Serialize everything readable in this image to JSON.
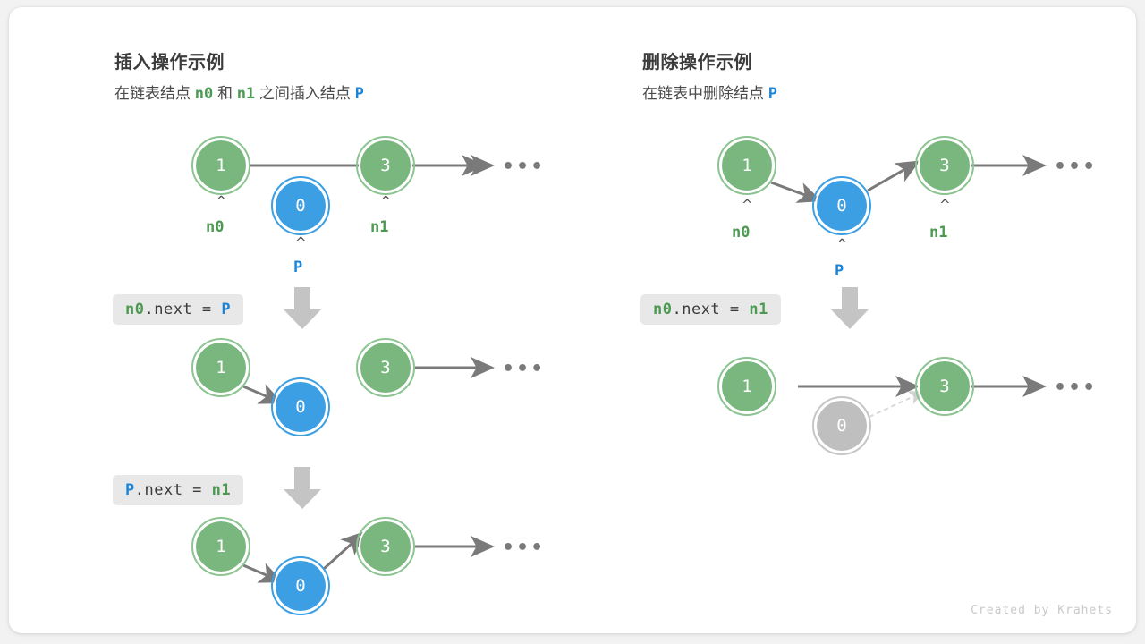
{
  "watermark": "Created by Krahets",
  "colors": {
    "green": "#4c9a52",
    "node_green": "#79b77e",
    "blue": "#1b84d6",
    "node_blue": "#3c9fe3",
    "gray": "#bfbfbf",
    "edge": "#7a7a7a",
    "chip_bg": "#e8e8e8",
    "card_bg": "#ffffff",
    "page_bg": "#f2f2f2"
  },
  "panels": [
    {
      "id": "insert",
      "title": "插入操作示例",
      "subtitle_parts": [
        {
          "text": "在链表结点",
          "style": "plain"
        },
        {
          "text": "n0",
          "style": "green-mono"
        },
        {
          "text": "和",
          "style": "plain"
        },
        {
          "text": "n1",
          "style": "green-mono"
        },
        {
          "text": "之间插入结点",
          "style": "plain"
        },
        {
          "text": "P",
          "style": "blue-mono"
        }
      ],
      "steps": [
        {
          "code_parts": [
            {
              "text": "n0",
              "style": "green-mono"
            },
            {
              "text": ".next = ",
              "style": "plain-mono"
            },
            {
              "text": "P",
              "style": "blue-mono"
            }
          ]
        },
        {
          "code_parts": [
            {
              "text": "P",
              "style": "blue-mono"
            },
            {
              "text": ".next = ",
              "style": "plain-mono"
            },
            {
              "text": "n1",
              "style": "green-mono"
            }
          ]
        }
      ],
      "rows": [
        {
          "name": "initial-state",
          "nodes": [
            {
              "value": "1",
              "color": "green",
              "pointer": "n0",
              "pointer_color": "green"
            },
            {
              "value": "0",
              "color": "blue",
              "pointer": "P",
              "pointer_color": "blue"
            },
            {
              "value": "3",
              "color": "green",
              "pointer": "n1",
              "pointer_color": "green"
            }
          ],
          "trailing_ellipsis": "•••"
        },
        {
          "name": "after-n0-next-p",
          "nodes": [
            {
              "value": "1",
              "color": "green"
            },
            {
              "value": "0",
              "color": "blue"
            },
            {
              "value": "3",
              "color": "green"
            }
          ],
          "trailing_ellipsis": "•••"
        },
        {
          "name": "after-p-next-n1",
          "nodes": [
            {
              "value": "1",
              "color": "green"
            },
            {
              "value": "0",
              "color": "blue"
            },
            {
              "value": "3",
              "color": "green"
            }
          ],
          "trailing_ellipsis": "•••"
        }
      ]
    },
    {
      "id": "delete",
      "title": "删除操作示例",
      "subtitle_parts": [
        {
          "text": "在链表中删除结点",
          "style": "plain"
        },
        {
          "text": "P",
          "style": "blue-mono"
        }
      ],
      "steps": [
        {
          "code_parts": [
            {
              "text": "n0",
              "style": "green-mono"
            },
            {
              "text": ".next = ",
              "style": "plain-mono"
            },
            {
              "text": "n1",
              "style": "green-mono"
            }
          ]
        }
      ],
      "rows": [
        {
          "name": "initial-state",
          "nodes": [
            {
              "value": "1",
              "color": "green",
              "pointer": "n0",
              "pointer_color": "green"
            },
            {
              "value": "0",
              "color": "blue",
              "pointer": "P",
              "pointer_color": "blue"
            },
            {
              "value": "3",
              "color": "green",
              "pointer": "n1",
              "pointer_color": "green"
            }
          ],
          "trailing_ellipsis": "•••"
        },
        {
          "name": "after-delete",
          "nodes": [
            {
              "value": "1",
              "color": "green"
            },
            {
              "value": "0",
              "color": "gray"
            },
            {
              "value": "3",
              "color": "green"
            }
          ],
          "trailing_ellipsis": "•••"
        }
      ]
    }
  ]
}
